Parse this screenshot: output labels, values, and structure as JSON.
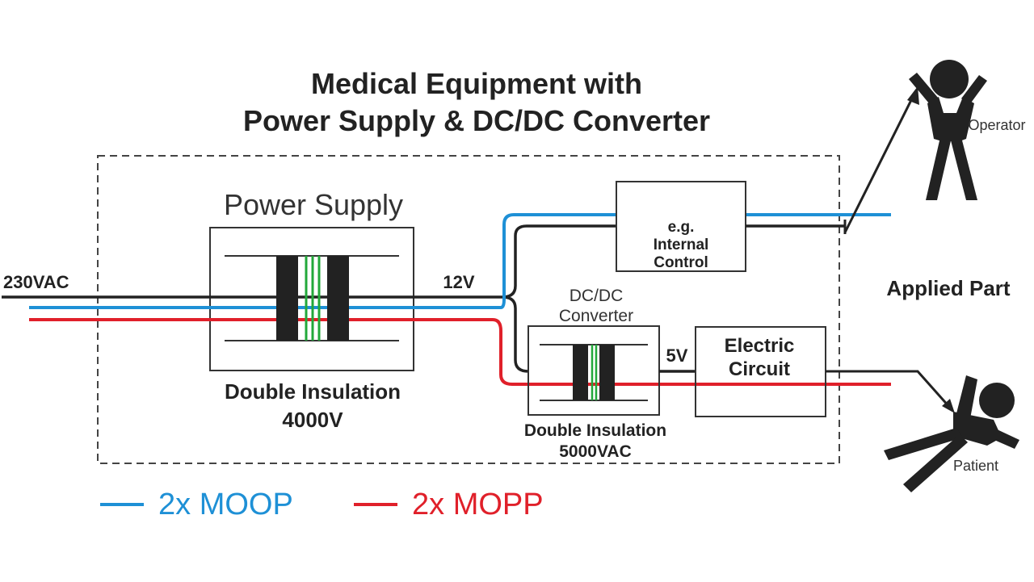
{
  "title": {
    "line1": "Medical Equipment with",
    "line2": "Power Supply & DC/DC Converter"
  },
  "labels": {
    "input_voltage": "230VAC",
    "power_supply": "Power Supply",
    "ps_insulation_line1": "Double Insulation",
    "ps_insulation_line2": "4000V",
    "output_12v": "12V",
    "internal_control_line1": "e.g.",
    "internal_control_line2": "Internal",
    "internal_control_line3": "Control",
    "dcdc_line1": "DC/DC",
    "dcdc_line2": "Converter",
    "dcdc_insulation_line1": "Double Insulation",
    "dcdc_insulation_line2": "5000VAC",
    "output_5v": "5V",
    "electric_circuit_line1": "Electric",
    "electric_circuit_line2": "Circuit",
    "applied_part": "Applied Part",
    "operator": "Operator",
    "patient": "Patient"
  },
  "legend": [
    {
      "label": "2x MOOP",
      "color": "#1e90d6"
    },
    {
      "label": "2x MOPP",
      "color": "#e0202a"
    }
  ],
  "colors": {
    "moop_line": "#1e90d6",
    "mopp_line": "#e0202a",
    "wire": "#222222",
    "core": "#222222",
    "winding": "#22a83a"
  }
}
